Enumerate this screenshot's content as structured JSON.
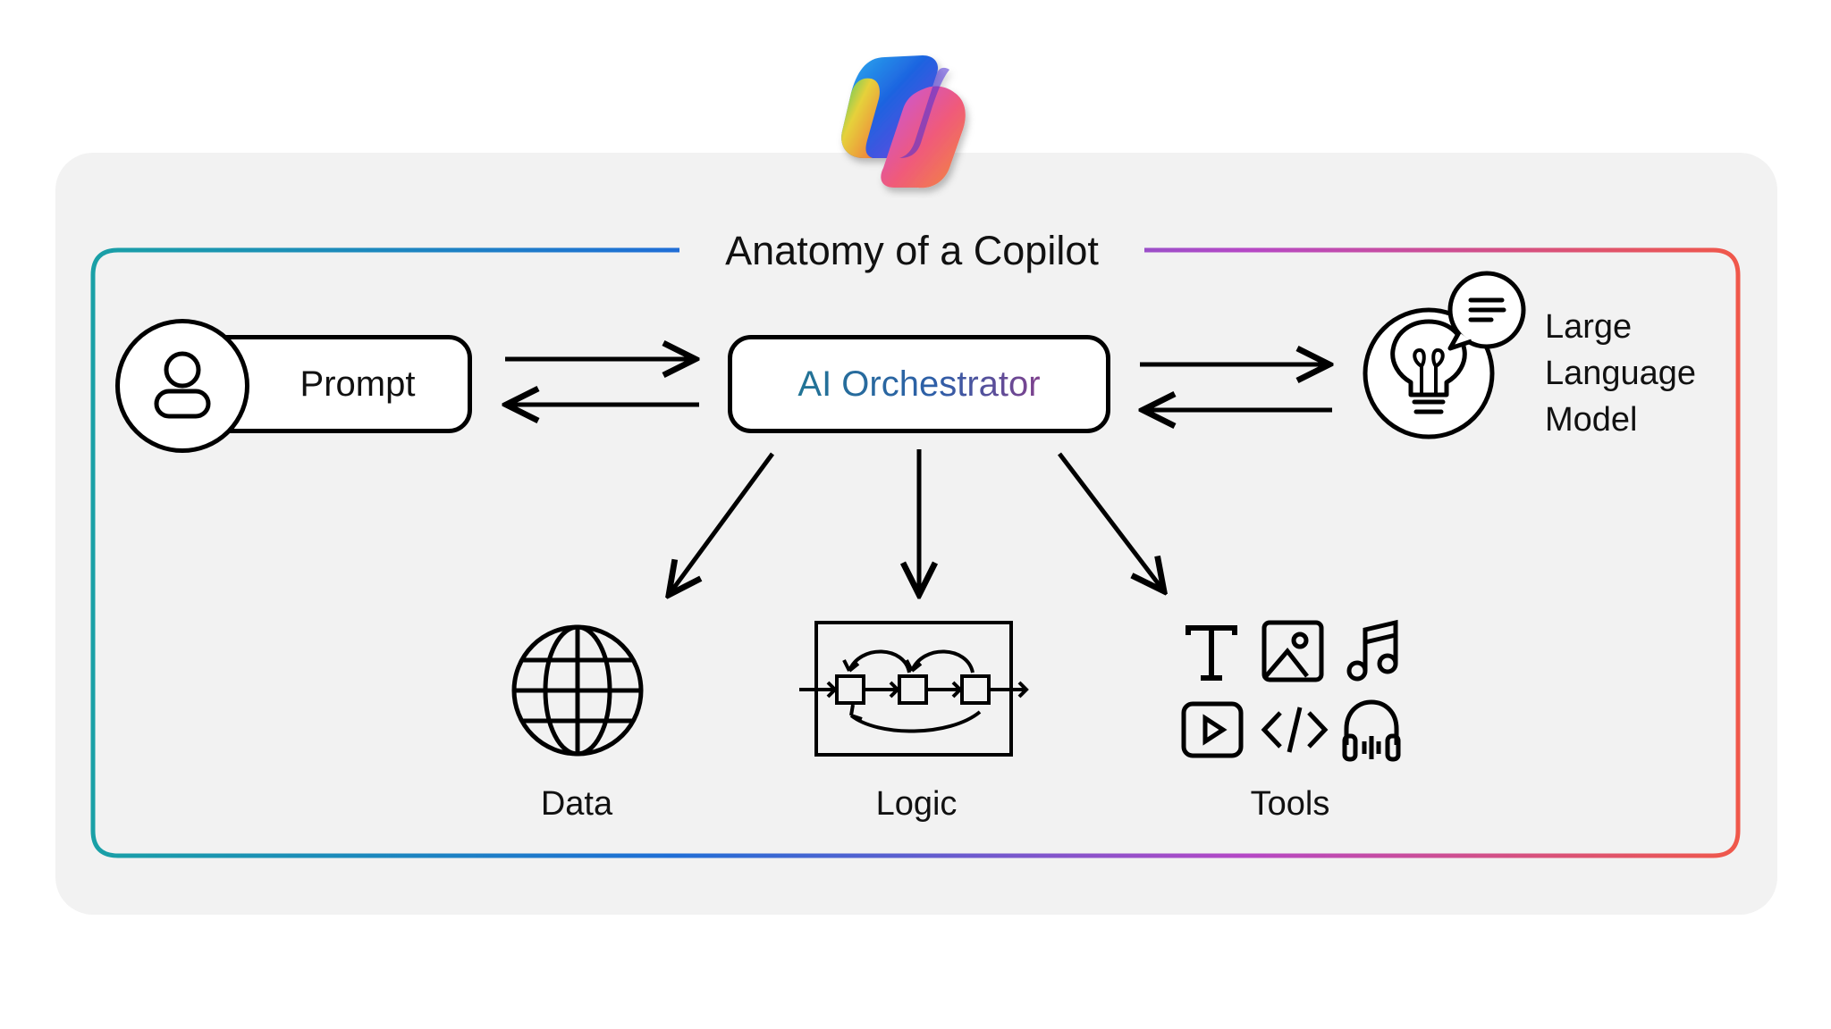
{
  "title": "Anatomy of a Copilot",
  "nodes": {
    "prompt": "Prompt",
    "orchestrator": "AI Orchestrator",
    "llm": [
      "Large",
      "Language",
      "Model"
    ],
    "data": "Data",
    "logic": "Logic",
    "tools": "Tools"
  },
  "icons": {
    "logo": "copilot-logo",
    "prompt": "user-icon",
    "llm": "lightbulb-chat-icon",
    "data": "globe-icon",
    "logic": "flow-loop-icon",
    "tools": [
      "text-icon",
      "image-icon",
      "music-icon",
      "video-play-icon",
      "code-icon",
      "headphones-icon"
    ]
  },
  "colors": {
    "frame_gradient": [
      "#1aa0a6",
      "#1f6fd6",
      "#b548c6",
      "#f0584a"
    ],
    "orchestrator_text_gradient": [
      "#1c7f8c",
      "#2e5ea8",
      "#b52f7c"
    ],
    "panel": "#f2f2f2",
    "stroke": "#000000"
  }
}
